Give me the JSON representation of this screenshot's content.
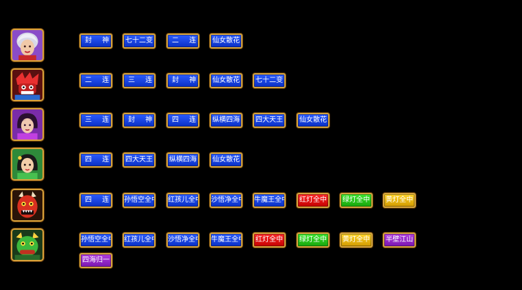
{
  "rows": [
    {
      "character": "silver-haired-lady",
      "skills": [
        {
          "label": "封 神",
          "color": "#1040e8"
        },
        {
          "label": "七十二变",
          "color": "#1040e8"
        },
        {
          "label": "二 连",
          "color": "#1040e8"
        },
        {
          "label": "仙女散花",
          "color": "#1040e8"
        }
      ]
    },
    {
      "character": "red-monster",
      "skills": [
        {
          "label": "二 连",
          "color": "#1040e8"
        },
        {
          "label": "三 连",
          "color": "#1040e8"
        },
        {
          "label": "封 神",
          "color": "#1040e8"
        },
        {
          "label": "仙女散花",
          "color": "#1040e8"
        },
        {
          "label": "七十二变",
          "color": "#1040e8"
        }
      ]
    },
    {
      "character": "purple-witch",
      "skills": [
        {
          "label": "三 连",
          "color": "#1040e8"
        },
        {
          "label": "封 神",
          "color": "#1040e8"
        },
        {
          "label": "四 连",
          "color": "#1040e8"
        },
        {
          "label": "纵横四海",
          "color": "#1040e8"
        },
        {
          "label": "四大天王",
          "color": "#1040e8"
        },
        {
          "label": "仙女散花",
          "color": "#1040e8"
        }
      ]
    },
    {
      "character": "green-fairy",
      "skills": [
        {
          "label": "四 连",
          "color": "#1040e8"
        },
        {
          "label": "四大天王",
          "color": "#1040e8"
        },
        {
          "label": "纵横四海",
          "color": "#1040e8"
        },
        {
          "label": "仙女散花",
          "color": "#1040e8"
        }
      ]
    },
    {
      "character": "red-demon",
      "skills": [
        {
          "label": "四 连",
          "color": "#1040e8"
        },
        {
          "label": "孙悟空全中",
          "color": "#1040e8"
        },
        {
          "label": "红孩儿全中",
          "color": "#1040e8"
        },
        {
          "label": "沙悟净全中",
          "color": "#1040e8"
        },
        {
          "label": "牛魔王全中",
          "color": "#1040e8"
        },
        {
          "label": "红灯全中",
          "color": "#e01010"
        },
        {
          "label": "绿灯全中",
          "color": "#2ecb1e"
        },
        {
          "label": "黄灯全中",
          "color": "#f0b400"
        }
      ]
    },
    {
      "character": "green-dragon",
      "skills": [
        {
          "label": "孙悟空全中",
          "color": "#1040e8"
        },
        {
          "label": "红孩儿全中",
          "color": "#1040e8"
        },
        {
          "label": "沙悟净全中",
          "color": "#1040e8"
        },
        {
          "label": "牛魔王全中",
          "color": "#1040e8"
        },
        {
          "label": "红灯全中",
          "color": "#e01010"
        },
        {
          "label": "绿灯全中",
          "color": "#2ecb1e"
        },
        {
          "label": "黄灯全中",
          "color": "#f0b400"
        },
        {
          "label": "半壁江山",
          "color": "#9b2bd0"
        },
        {
          "label": "四海归一",
          "color": "#9b2bd0"
        }
      ]
    }
  ]
}
